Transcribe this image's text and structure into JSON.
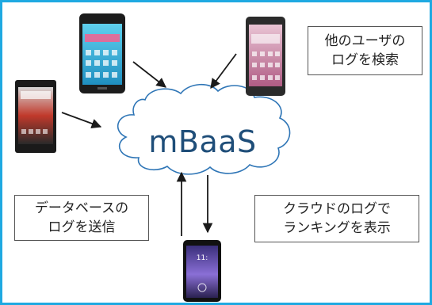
{
  "cloud": {
    "label": "mBaaS"
  },
  "notes": {
    "search_others": [
      "他のユーザの",
      "ログを検索"
    ],
    "send_db": [
      "データベースの",
      "ログを送信"
    ],
    "cloud_ranking": [
      "クラウドのログで",
      "ランキングを表示"
    ]
  },
  "phone_screen": {
    "time": "11:"
  },
  "colors": {
    "frame_border": "#1fa9e1",
    "cloud_outline": "#2e75b6",
    "cloud_text": "#1f4e79",
    "arrow": "#1a1a1a"
  }
}
